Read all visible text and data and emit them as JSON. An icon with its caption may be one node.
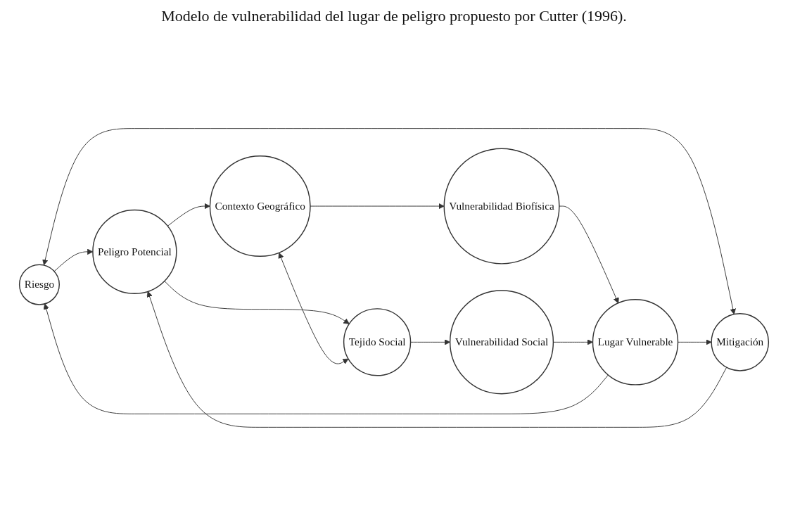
{
  "diagram": {
    "title": "Modelo de vulnerabilidad del lugar de peligro propuesto por Cutter (1996).",
    "nodes": [
      {
        "text": [
          "Riesgo"
        ]
      },
      {
        "text": [
          "Mitigación"
        ]
      },
      {
        "text": [
          "Peligro Potencial"
        ]
      },
      {
        "text": [
          "Contexto Geográfico"
        ]
      },
      {
        "text": [
          "Tejido Social"
        ]
      },
      {
        "text": [
          "Vulnerabilidad Biofísica"
        ]
      },
      {
        "text": [
          "Vulnerabilidad Social"
        ]
      },
      {
        "text": [
          "Lugar Vulnerable"
        ]
      }
    ],
    "edges": [
      {
        "from": 0,
        "to": 2,
        "arrow": "to"
      },
      {
        "from": 1,
        "to": 2,
        "arrow": "to"
      },
      {
        "from": 0,
        "to": 1,
        "arrow": "both"
      },
      {
        "from": 2,
        "to": 3,
        "arrow": "to"
      },
      {
        "from": 2,
        "to": 4,
        "arrow": "to"
      },
      {
        "from": 3,
        "to": 4,
        "arrow": "both"
      },
      {
        "from": 3,
        "to": 5,
        "arrow": "to"
      },
      {
        "from": 4,
        "to": 6,
        "arrow": "to"
      },
      {
        "from": 5,
        "to": 7,
        "arrow": "to"
      },
      {
        "from": 6,
        "to": 7,
        "arrow": "to"
      },
      {
        "from": 7,
        "to": 0,
        "arrow": "to"
      },
      {
        "from": 7,
        "to": 1,
        "arrow": "to"
      }
    ]
  }
}
